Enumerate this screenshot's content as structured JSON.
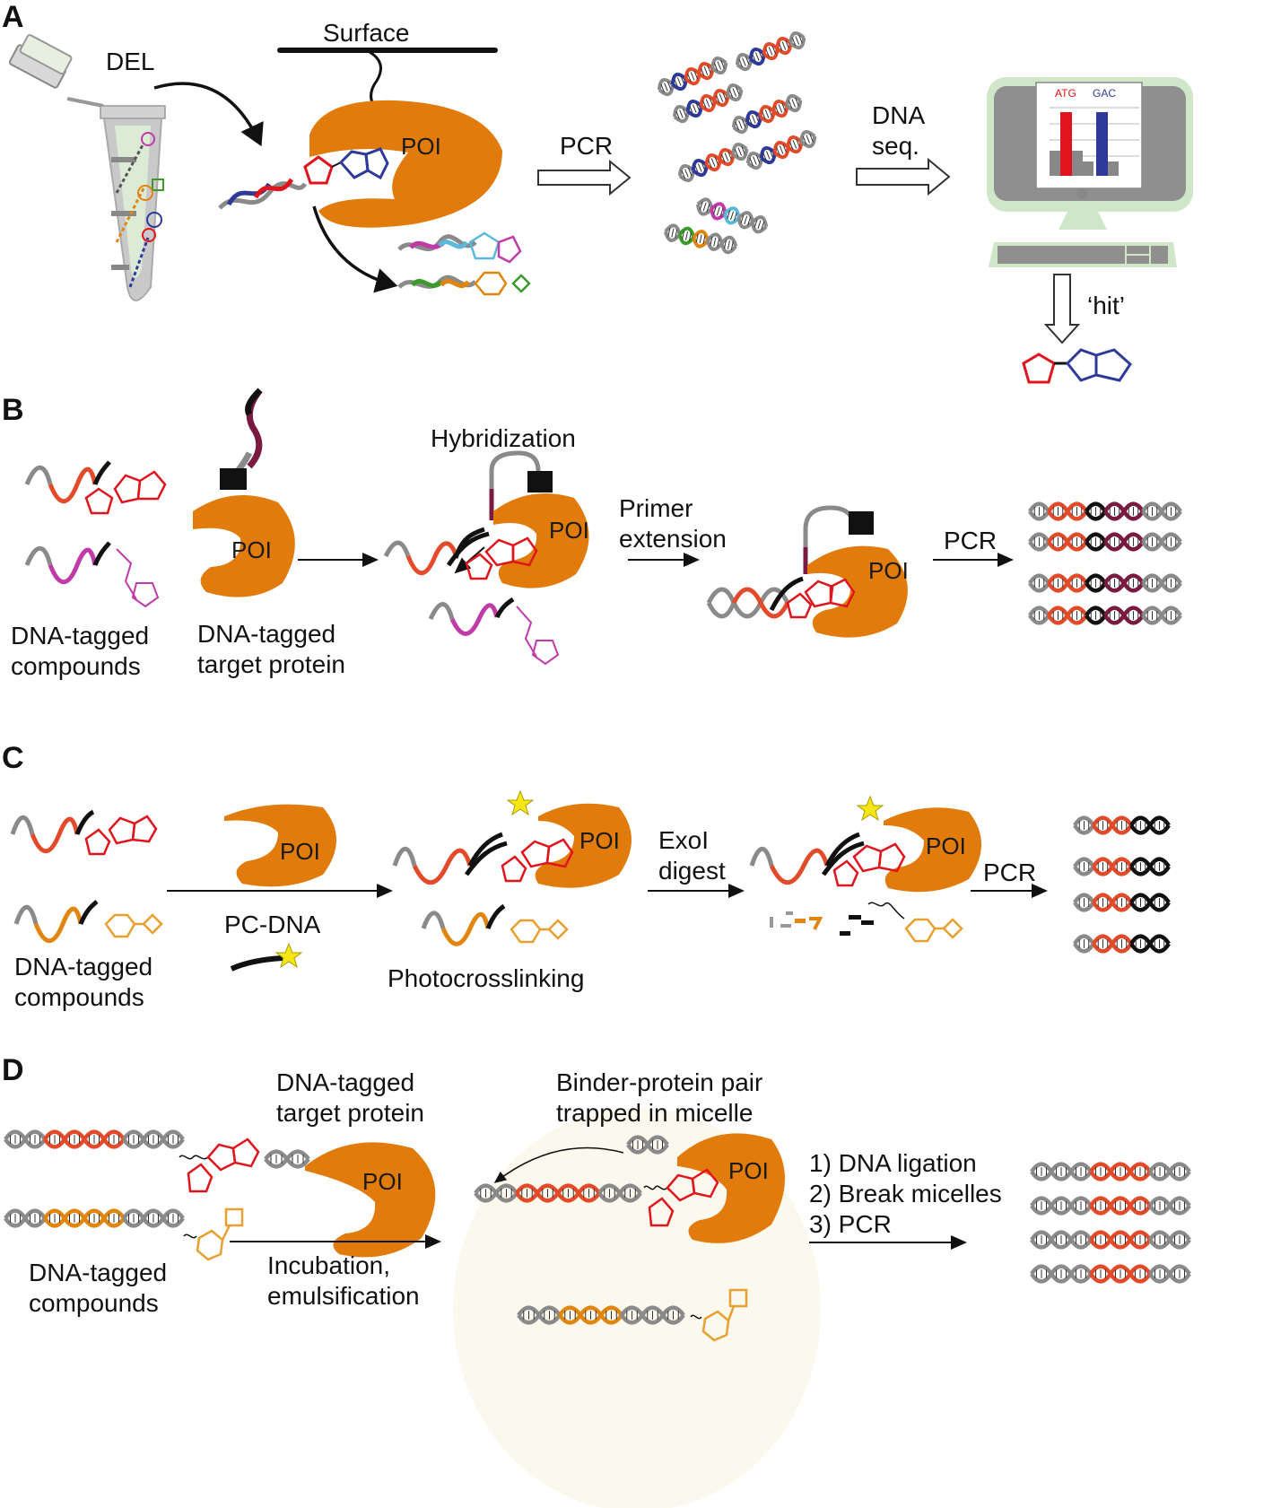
{
  "figure": {
    "panels": [
      {
        "letter": "A",
        "labels": {
          "del": "DEL",
          "surface": "Surface",
          "poi": "POI",
          "pcr": "PCR",
          "dna_seq_1": "DNA",
          "dna_seq_2": "seq.",
          "hit": "‘hit’",
          "seq_a": "ATG",
          "seq_b": "GAC"
        }
      },
      {
        "letter": "B",
        "labels": {
          "hybridization": "Hybridization",
          "poi": "POI",
          "primer_1": "Primer",
          "primer_2": "extension",
          "pcr": "PCR",
          "compounds_1": "DNA-tagged",
          "compounds_2": "compounds",
          "target_1": "DNA-tagged",
          "target_2": "target protein"
        }
      },
      {
        "letter": "C",
        "labels": {
          "poi": "POI",
          "pc_dna": "PC-DNA",
          "photocrosslinking": "Photocrosslinking",
          "exo_1": "ExoI",
          "exo_2": "digest",
          "pcr": "PCR",
          "compounds_1": "DNA-tagged",
          "compounds_2": "compounds"
        }
      },
      {
        "letter": "D",
        "labels": {
          "target_1": "DNA-tagged",
          "target_2": "target protein",
          "poi": "POI",
          "binder_1": "Binder-protein pair",
          "binder_2": "trapped in micelle",
          "step_1": "1) DNA ligation",
          "step_2": "2) Break micelles",
          "step_3": "3) PCR",
          "incubation_1": "Incubation,",
          "incubation_2": "emulsification",
          "compounds_1": "DNA-tagged",
          "compounds_2": "compounds"
        }
      }
    ],
    "colors": {
      "protein": "#e07b0c",
      "protein_shade": "#c8630a",
      "hit_ring": "#e0141c",
      "scaffold_ring": "#2e3a9a",
      "dna_grey": "#8a8a8a",
      "dna_red": "#e34a2a",
      "dna_orange": "#e0860f",
      "dna_magenta": "#c03aa8",
      "dna_cyan": "#5ab8d8",
      "dna_green": "#3a9a2a",
      "dna_blue": "#2e3a9a",
      "dna_maroon": "#7a1a40",
      "monitor": "#cfe6c8",
      "micelle": "#fbf9ee",
      "star": "#f6e616"
    }
  }
}
